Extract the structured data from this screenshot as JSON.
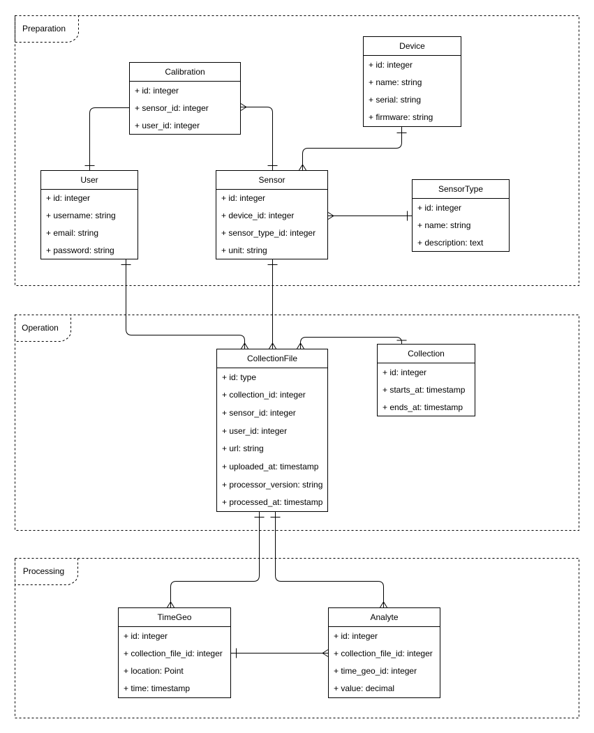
{
  "diagram": {
    "kind": "entity-relationship-diagram",
    "colors": {
      "stroke": "#000000",
      "background": "#ffffff",
      "text": "#000000"
    },
    "groups": [
      {
        "label": "Preparation"
      },
      {
        "label": "Operation"
      },
      {
        "label": "Processing"
      }
    ],
    "entities": [
      {
        "name": "Calibration",
        "group": "Preparation",
        "fields": [
          "+ id: integer",
          "+ sensor_id: integer",
          "+ user_id: integer"
        ]
      },
      {
        "name": "Device",
        "group": "Preparation",
        "fields": [
          "+ id: integer",
          "+ name: string",
          "+ serial: string",
          "+ firmware: string"
        ]
      },
      {
        "name": "User",
        "group": "Preparation",
        "fields": [
          "+ id: integer",
          "+ username: string",
          "+ email: string",
          "+ password: string"
        ]
      },
      {
        "name": "Sensor",
        "group": "Preparation",
        "fields": [
          "+ id: integer",
          "+ device_id: integer",
          "+ sensor_type_id: integer",
          "+ unit: string"
        ]
      },
      {
        "name": "SensorType",
        "group": "Preparation",
        "fields": [
          "+ id: integer",
          "+ name: string",
          "+ description: text"
        ]
      },
      {
        "name": "CollectionFile",
        "group": "Operation",
        "fields": [
          "+ id: type",
          "+ collection_id: integer",
          "+ sensor_id: integer",
          "+ user_id: integer",
          "+ url: string",
          "+ uploaded_at: timestamp",
          "+ processor_version: string",
          "+ processed_at: timestamp"
        ]
      },
      {
        "name": "Collection",
        "group": "Operation",
        "fields": [
          "+ id: integer",
          "+ starts_at: timestamp",
          "+ ends_at: timestamp"
        ]
      },
      {
        "name": "TimeGeo",
        "group": "Processing",
        "fields": [
          "+ id: integer",
          "+ collection_file_id: integer",
          "+ location: Point",
          "+ time: timestamp"
        ]
      },
      {
        "name": "Analyte",
        "group": "Processing",
        "fields": [
          "+ id: integer",
          "+ collection_file_id: integer",
          "+ time_geo_id: integer",
          "+ value: decimal"
        ]
      }
    ],
    "relationships": [
      {
        "from": "Calibration",
        "to": "User",
        "from_cardinality": "many",
        "to_cardinality": "one"
      },
      {
        "from": "Calibration",
        "to": "Sensor",
        "from_cardinality": "many",
        "to_cardinality": "one"
      },
      {
        "from": "Device",
        "to": "Sensor",
        "from_cardinality": "one",
        "to_cardinality": "many"
      },
      {
        "from": "Sensor",
        "to": "SensorType",
        "from_cardinality": "many",
        "to_cardinality": "one"
      },
      {
        "from": "User",
        "to": "CollectionFile",
        "from_cardinality": "one",
        "to_cardinality": "many"
      },
      {
        "from": "Sensor",
        "to": "CollectionFile",
        "from_cardinality": "one",
        "to_cardinality": "many"
      },
      {
        "from": "Collection",
        "to": "CollectionFile",
        "from_cardinality": "one",
        "to_cardinality": "many"
      },
      {
        "from": "CollectionFile",
        "to": "TimeGeo",
        "from_cardinality": "one",
        "to_cardinality": "many"
      },
      {
        "from": "CollectionFile",
        "to": "Analyte",
        "from_cardinality": "one",
        "to_cardinality": "many"
      },
      {
        "from": "TimeGeo",
        "to": "Analyte",
        "from_cardinality": "one",
        "to_cardinality": "many"
      }
    ]
  }
}
